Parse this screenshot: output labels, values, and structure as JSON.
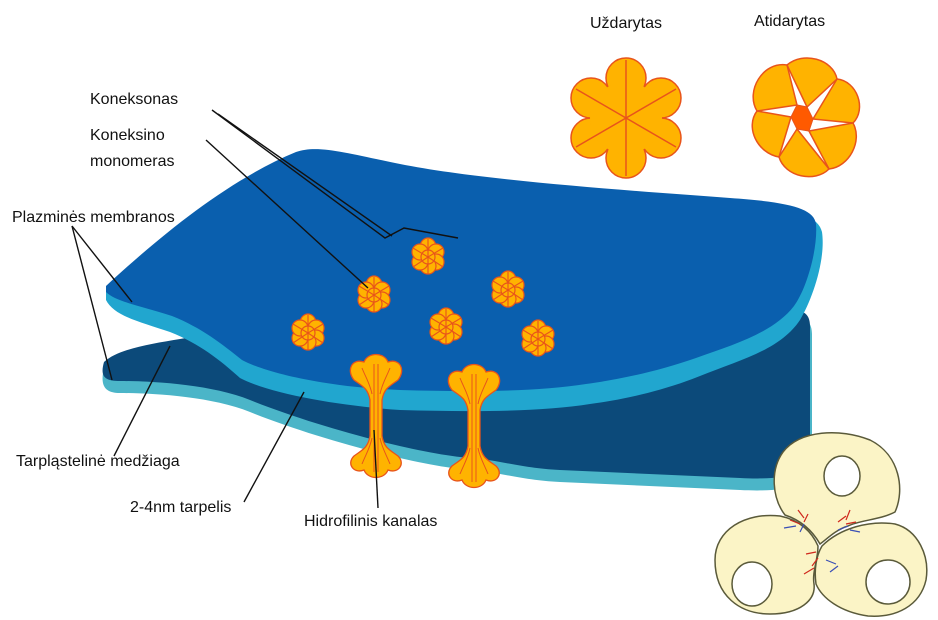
{
  "labels": {
    "closed": "Uždarytas",
    "open": "Atidarytas",
    "connexon": "Koneksonas",
    "connexin_monomer_line1": "Koneksino",
    "connexin_monomer_line2": "monomeras",
    "plasma_membranes": "Plazminės membranos",
    "extracellular_matrix": "Tarpląstelinė medžiaga",
    "gap": "2-4nm tarpelis",
    "hydrophilic_channel": "Hidrofilinis kanalas"
  },
  "colors": {
    "membrane_top": "#0a5fae",
    "membrane_top_dark": "#084f93",
    "membrane_edge": "#21a6cf",
    "membrane_bottom": "#0c4a7a",
    "membrane_bottom_edge": "#4bb5c8",
    "connexin_fill": "#ffb300",
    "connexin_stroke": "#e8541b",
    "cell_fill": "#fbf4c6",
    "cell_stroke": "#5a5a3a",
    "ion_red": "#d0281c",
    "ion_blue": "#3a4fb5"
  }
}
